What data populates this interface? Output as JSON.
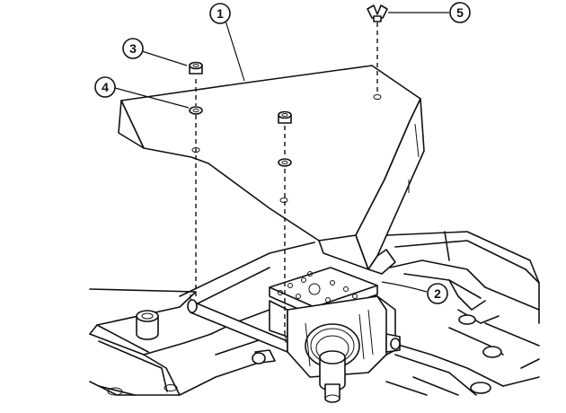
{
  "callouts": [
    {
      "id": "1",
      "label": "1"
    },
    {
      "id": "2",
      "label": "2"
    },
    {
      "id": "3",
      "label": "3"
    },
    {
      "id": "4",
      "label": "4"
    },
    {
      "id": "5",
      "label": "5"
    }
  ],
  "parts": [
    {
      "id": "shield",
      "icon": "shield-plate-icon"
    },
    {
      "id": "gearbox",
      "icon": "gearbox-icon"
    },
    {
      "id": "nut",
      "icon": "hex-nut-icon"
    },
    {
      "id": "washer",
      "icon": "washer-icon"
    },
    {
      "id": "wing-bolt",
      "icon": "wing-bolt-icon"
    }
  ]
}
